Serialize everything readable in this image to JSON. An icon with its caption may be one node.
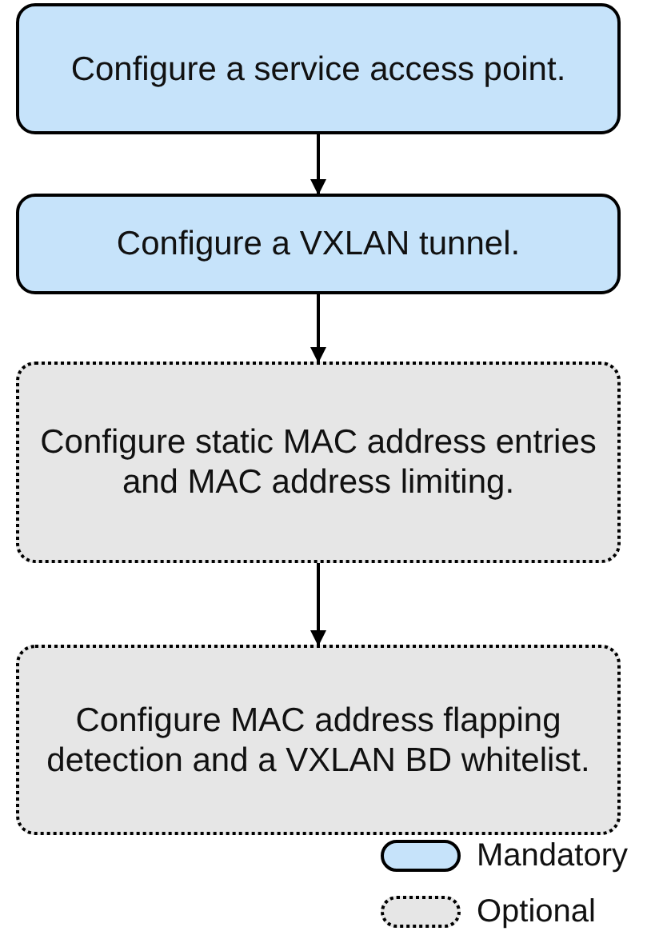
{
  "diagram": {
    "nodes": [
      {
        "text": [
          "Configure a service access point."
        ]
      },
      {
        "text": [
          "Configure a VXLAN tunnel."
        ]
      },
      {
        "text": [
          "Configure static MAC address entries and MAC address limiting."
        ]
      },
      {
        "text": [
          "Configure MAC address flapping detection and a VXLAN BD whitelist."
        ]
      }
    ],
    "edges": [
      {
        "from": 0,
        "to": 1,
        "arrow": "to"
      },
      {
        "from": 1,
        "to": 2,
        "arrow": "to"
      },
      {
        "from": 2,
        "to": 3,
        "arrow": "to"
      }
    ],
    "legend": [
      {
        "text": "Mandatory"
      },
      {
        "text": "Optional"
      }
    ]
  }
}
